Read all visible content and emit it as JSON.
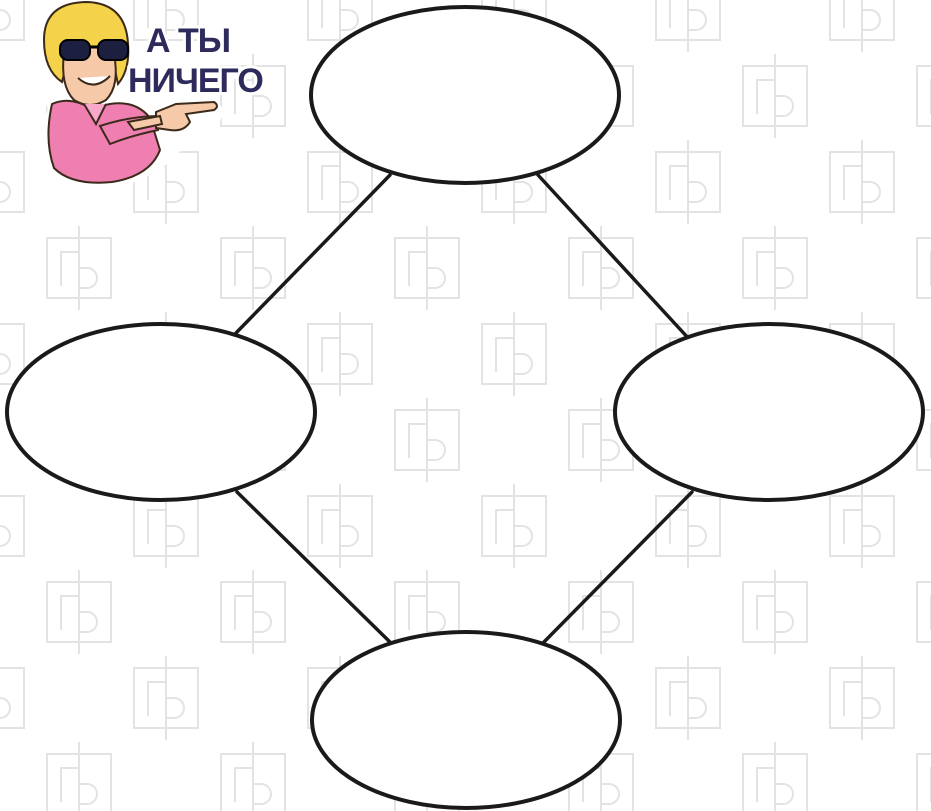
{
  "sticker": {
    "caption_line1": "А ТЫ",
    "caption_line2": "НИЧЕГО"
  },
  "diagram": {
    "nodes": [
      {
        "id": "top",
        "label": ""
      },
      {
        "id": "left",
        "label": ""
      },
      {
        "id": "right",
        "label": ""
      },
      {
        "id": "bottom",
        "label": ""
      }
    ],
    "edges": [
      {
        "from": "top",
        "to": "left"
      },
      {
        "from": "top",
        "to": "right"
      },
      {
        "from": "left",
        "to": "bottom"
      },
      {
        "from": "right",
        "to": "bottom"
      }
    ]
  },
  "colors": {
    "stroke": "#1a1a1a",
    "watermark": "#e3e3e3",
    "caption": "#2e2a5c",
    "shirt": "#ef7fb1",
    "hair": "#f4d24a"
  }
}
